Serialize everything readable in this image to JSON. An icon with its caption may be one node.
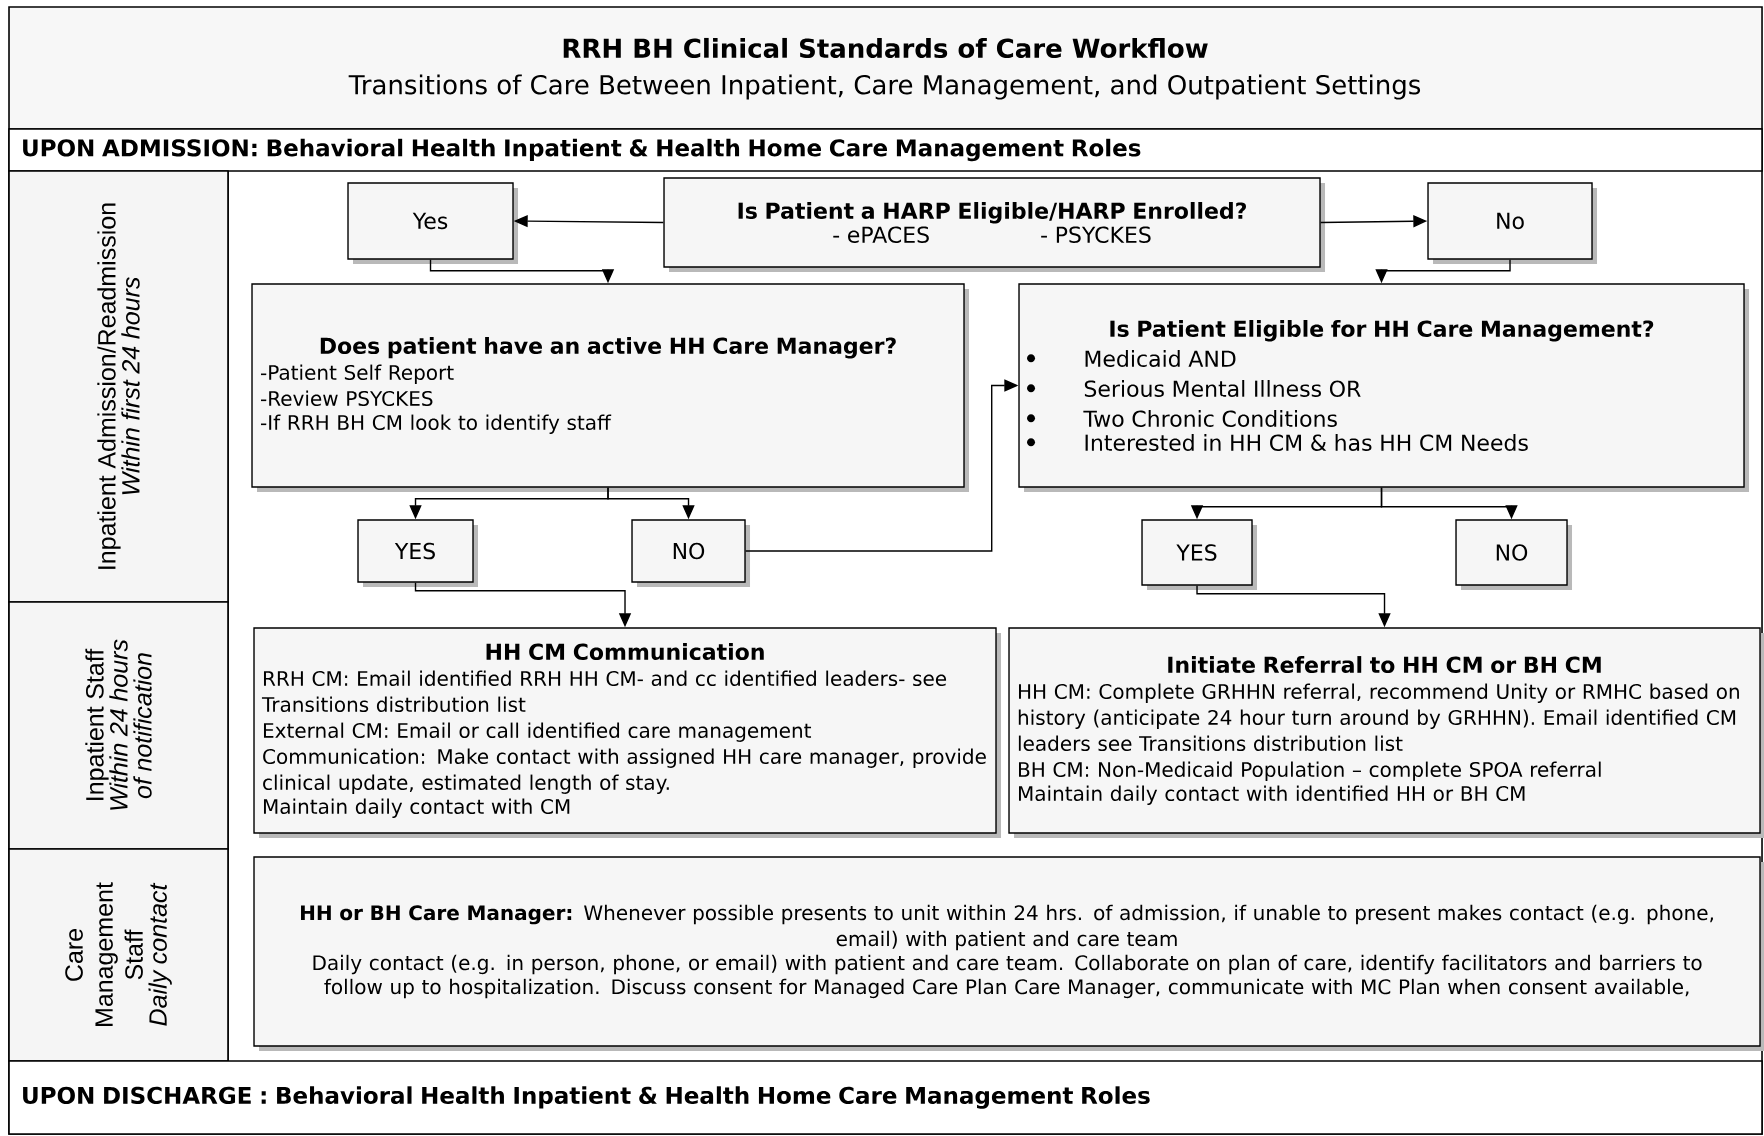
{
  "diagram": {
    "title": "RRH BH Clinical Standards of Care Workflow",
    "labels": [
      "Transitions of Care Between Inpatient, Care Management, and Outpatient Settings"
    ],
    "nodes": [
      {
        "text": [
          "UPON ADMISSION:  Behavioral Health Inpatient & Health Home Care Management Roles"
        ]
      },
      {
        "text": [
          "Inpatient Admission/Readmission",
          "Within first 24 hours"
        ]
      },
      {
        "text": [
          "Inpatient Staff",
          "Within 24 hours of notification"
        ]
      },
      {
        "text": [
          "Care Management Staff",
          "Daily contact"
        ]
      },
      {
        "text": [
          "Is Patient a HARP Eligible/HARP Enrolled?",
          "- ePACES",
          "- PSYCKES"
        ]
      },
      {
        "text": [
          "Yes"
        ]
      },
      {
        "text": [
          "No"
        ]
      },
      {
        "text": [
          "Does patient have an active HH Care Manager?",
          "-Patient Self Report",
          "-Review PSYCKES",
          "-If RRH BH CM look to identify staff"
        ]
      },
      {
        "text": [
          "Is Patient Eligible for HH Care Management?",
          "Medicaid AND",
          "Serious Mental Illness OR",
          "Two Chronic Conditions",
          "Interested in HH CM & has HH CM Needs"
        ]
      },
      {
        "text": [
          "YES"
        ]
      },
      {
        "text": [
          "NO"
        ]
      },
      {
        "text": [
          "YES"
        ]
      },
      {
        "text": [
          "NO"
        ]
      },
      {
        "text": [
          "HH CM Communication",
          "RRH CM: Email identified RRH  HH CM- and cc identified leaders- see Transitions distribution list",
          "External CM:  Email  or call identified care management",
          "Communication: Make contact with assigned HH care manager, provide clinical update, estimated length of stay.",
          "Maintain daily contact with CM"
        ]
      },
      {
        "text": [
          "Initiate Referral to HH CM or BH CM",
          "HH CM: Complete GRHHN referral, recommend Unity or RMHC based on history (anticipate 24 hour turn around by GRHHN). Email identified CM leaders see Transitions distribution list",
          "BH CM: Non-Medicaid Population – complete SPOA referral",
          "Maintain daily contact with identified HH or BH CM"
        ]
      },
      {
        "text": [
          "**HH or BH Care Manager:**  Whenever possible presents to unit within 24 hrs. of admission, if unable to present makes contact (e.g. phone, email) with patient and care team",
          "Daily contact (e.g. in person, phone, or email) with patient and care team. Collaborate on plan of care, identify facilitators and barriers to follow up to hospitalization. Discuss consent for Managed Care Plan Care Manager, communicate with MC Plan when consent available,"
        ]
      },
      {
        "text": [
          "UPON DISCHARGE :  Behavioral Health Inpatient & Health Home Care Management Roles"
        ]
      }
    ],
    "edges": [
      {
        "from": 4,
        "to": 5,
        "arrow": "to"
      },
      {
        "from": 4,
        "to": 6,
        "arrow": "to"
      },
      {
        "from": 5,
        "to": 7,
        "arrow": "to"
      },
      {
        "from": 6,
        "to": 8,
        "arrow": "to"
      },
      {
        "from": 7,
        "to": 9,
        "arrow": "to"
      },
      {
        "from": 7,
        "to": 10,
        "arrow": "to"
      },
      {
        "from": 10,
        "to": 8,
        "arrow": "to"
      },
      {
        "from": 9,
        "to": 13,
        "arrow": "to"
      },
      {
        "from": 8,
        "to": 11,
        "arrow": "to"
      },
      {
        "from": 8,
        "to": 12,
        "arrow": "to"
      },
      {
        "from": 11,
        "to": 14,
        "arrow": "to"
      }
    ]
  }
}
